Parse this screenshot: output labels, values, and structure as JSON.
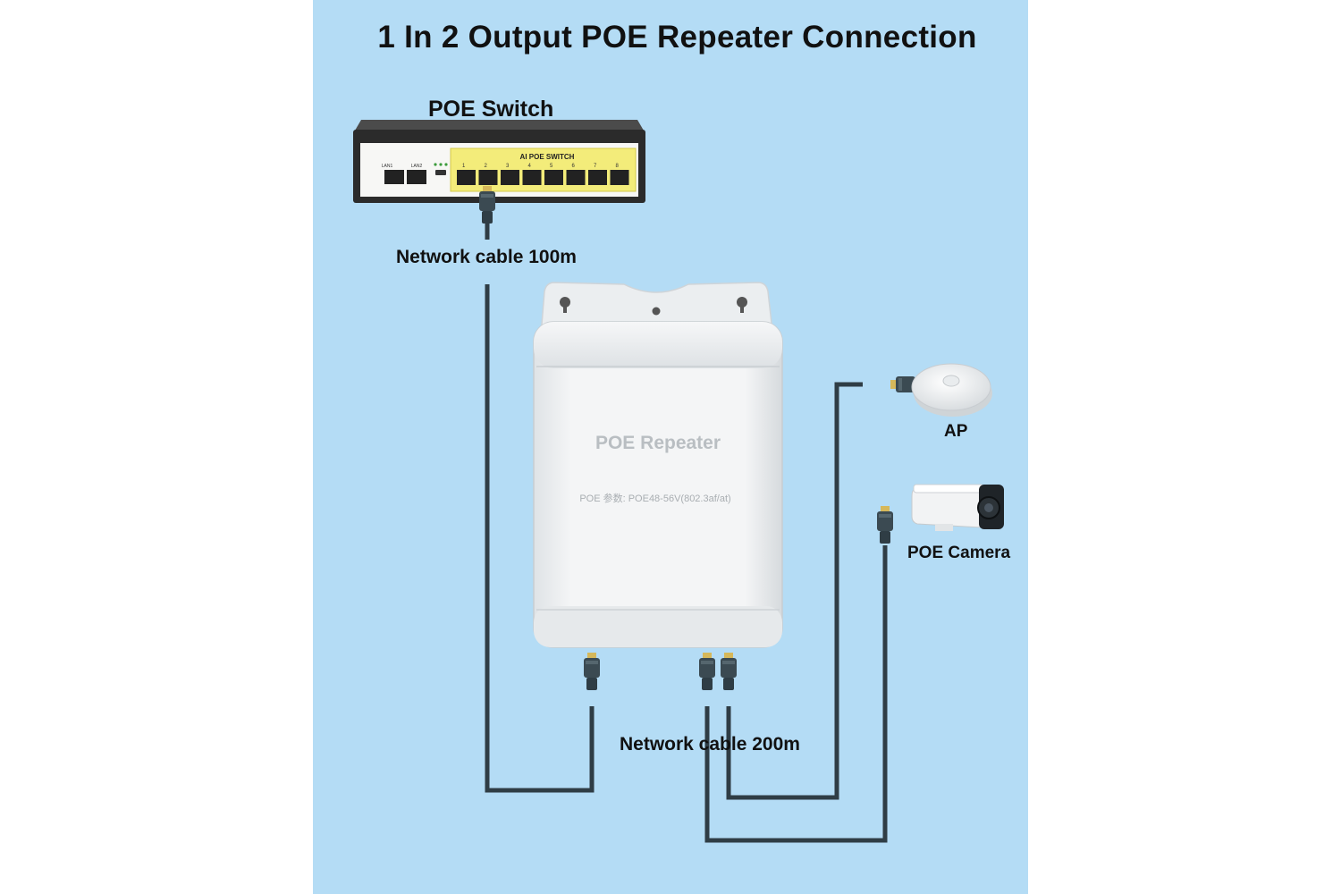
{
  "title": "1 In 2 Output POE Repeater Connection",
  "switch": {
    "label": "POE Switch",
    "panel_text": "AI POE SWITCH",
    "uplink_labels": [
      "LAN1",
      "LAN2"
    ],
    "port_labels": [
      "1",
      "2",
      "3",
      "4",
      "5",
      "6",
      "7",
      "8"
    ]
  },
  "cables": {
    "input_label": "Network cable 100m",
    "output_label": "Network cable 200m"
  },
  "repeater": {
    "name": "POE Repeater",
    "spec": "POE 参数: POE48-56V(802.3af/at)"
  },
  "devices": {
    "ap_label": "AP",
    "camera_label": "POE Camera"
  },
  "colors": {
    "background": "#b4dcf5",
    "cable": "#2f3d45",
    "switch_body": "#2b2b2b",
    "switch_panel": "#f3ec7a",
    "repeater_body": "#eef0f2"
  }
}
